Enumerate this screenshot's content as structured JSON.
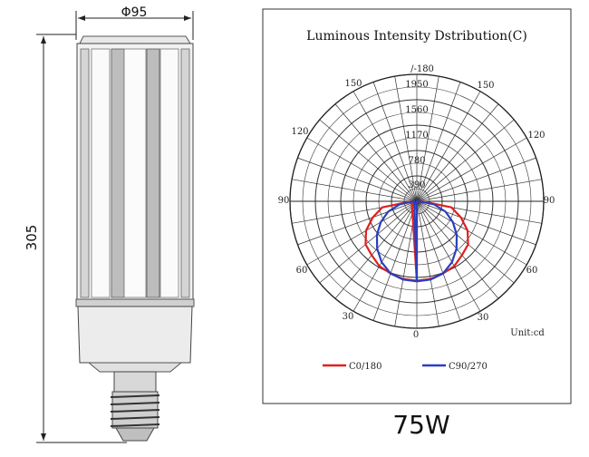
{
  "lamp": {
    "diameter_label": "Φ95",
    "height_label": "305"
  },
  "polar_chart": {
    "title": "Luminous Intensity Dstribution(C)",
    "unit_label": "Unit:cd",
    "radial_ticks": [
      "390",
      "780",
      "1170",
      "1560",
      "1950"
    ],
    "angle_labels": {
      "top": "/-180",
      "upper_left_150": "150",
      "upper_right_150": "150",
      "left_120": "120",
      "right_120": "120",
      "left_90": "90",
      "right_90": "90",
      "left_60": "60",
      "right_60": "60",
      "left_30": "30",
      "right_30": "30",
      "bottom_0": "0"
    },
    "legend": [
      {
        "name": "C0/180",
        "color": "#e02020"
      },
      {
        "name": "C90/270",
        "color": "#2a3fbf"
      }
    ]
  },
  "chart_data": {
    "type": "polar",
    "title": "Luminous Intensity Dstribution(C)",
    "unit": "cd",
    "r_ticks": [
      390,
      780,
      1170,
      1560,
      1950
    ],
    "rlim": [
      0,
      1950
    ],
    "angle_ticks": [
      0,
      30,
      60,
      90,
      120,
      150,
      180
    ],
    "legend_position": "bottom",
    "series": [
      {
        "name": "C0/180",
        "color": "#e02020",
        "angles": [
          0,
          10,
          20,
          30,
          40,
          50,
          60,
          70,
          80,
          90
        ],
        "values": [
          1220,
          1210,
          1180,
          1150,
          1080,
          1030,
          900,
          720,
          540,
          80
        ]
      },
      {
        "name": "C90/270",
        "color": "#2a3fbf",
        "angles": [
          0,
          10,
          20,
          30,
          40,
          50,
          60,
          70,
          80,
          90
        ],
        "values": [
          1230,
          1220,
          1180,
          1080,
          950,
          800,
          640,
          470,
          270,
          40
        ]
      }
    ]
  },
  "caption": "75W"
}
